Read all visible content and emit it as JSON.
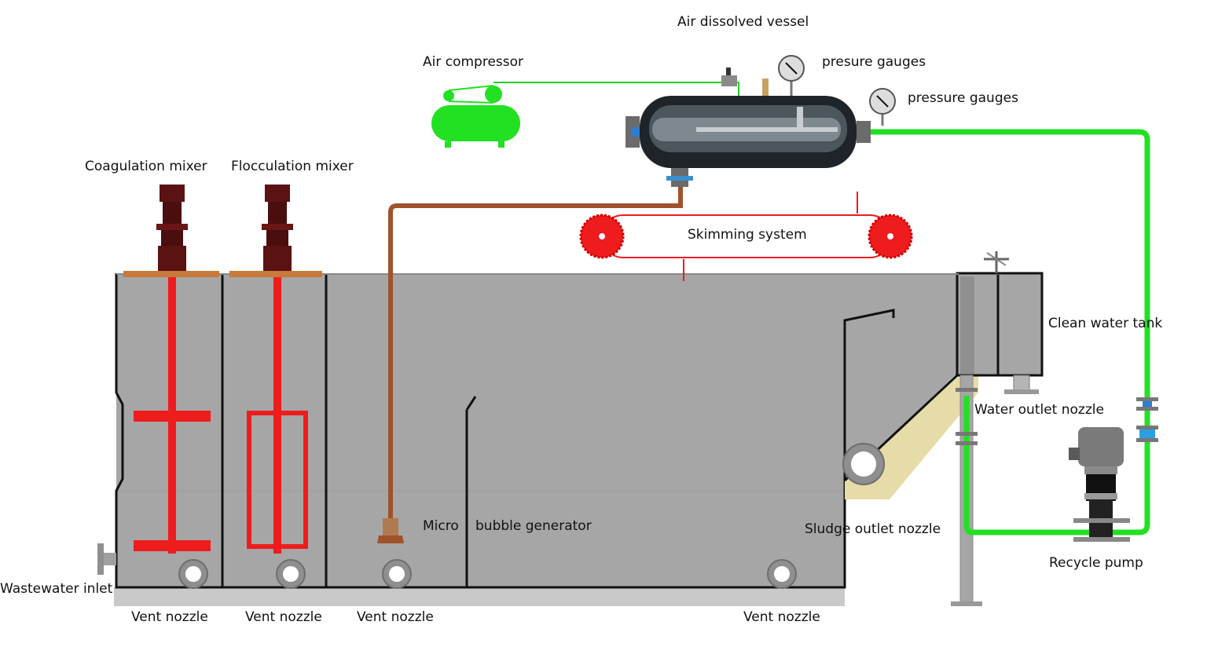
{
  "labels": {
    "air_dissolved_vessel": "Air dissolved vessel",
    "air_compressor": "Air compressor",
    "presure_gauges": "presure gauges",
    "pressure_gauges": "pressure gauges",
    "coagulation_mixer": "Coagulation mixer",
    "flocculation_mixer": "Flocculation mixer",
    "skimming_system": "Skimming system",
    "clean_water_tank": "Clean water tank",
    "water_outlet_nozzle": "Water outlet nozzle",
    "micro": "Micro",
    "bubble_generator": "bubble generator",
    "sludge_outlet_nozzle": "Sludge outlet nozzle",
    "recycle_pump": "Recycle pump",
    "wastewater_inlet": "Wastewater inlet",
    "vent_nozzle_1": "Vent nozzle",
    "vent_nozzle_2": "Vent nozzle",
    "vent_nozzle_3": "Vent nozzle",
    "vent_nozzle_4": "Vent nozzle"
  },
  "colors": {
    "tank_body": "#a6a6a6",
    "tank_outline": "#111111",
    "mixer_shaft": "#ee1c1c",
    "motor": "#5a1212",
    "mounting_plate": "#c87a3a",
    "air_line": "#22d022",
    "recycle_line": "#22e022",
    "dissolved_water_line": "#a0522d",
    "sludge_hopper": "#e6dca8",
    "skimmer": "#ee1c1c",
    "vessel": "#1e2428",
    "base": "#c9c9c9"
  }
}
